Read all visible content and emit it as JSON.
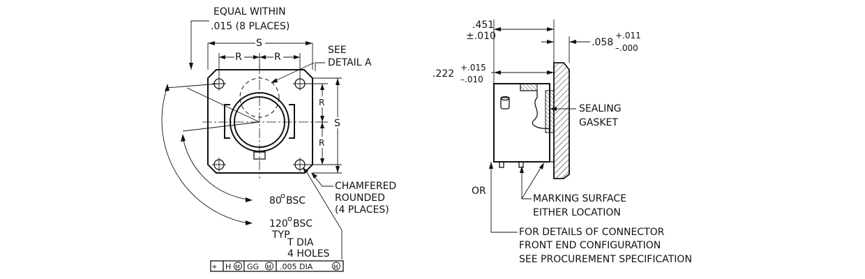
{
  "left_view": {
    "equal_within": "EQUAL WITHIN",
    "equal_within_value": ".015  (8 PLACES)",
    "dim_s_top": "S",
    "dim_r_left": "R",
    "dim_r_right": "R",
    "see": "SEE",
    "detail_a": "DETAIL  A",
    "dim_r_upper": "R",
    "dim_s_right": "S",
    "dim_r_lower": "R",
    "chamfered": "CHAMFERED",
    "rounded": "ROUNDED",
    "four_places": "(4 PLACES)",
    "angle_80": "80",
    "angle_80_suffix": "BSC",
    "angle_120": "120",
    "angle_120_suffix": "BSC",
    "degree": "o",
    "typ": "TYP",
    "t_dia": "T  DIA",
    "four_holes": "4  HOLES",
    "fcf": {
      "symbol": "⌖",
      "datum_h": "H",
      "mod1": "M",
      "datum_gg": "GG",
      "mod2": "M",
      "tolerance": ".005  DIA",
      "mod3": "M"
    }
  },
  "right_view": {
    "dim_451": ".451",
    "dim_451_tol": "±.010",
    "dim_058": ".058",
    "dim_058_plus": "+.011",
    "dim_058_minus": "–.000",
    "dim_222": ".222",
    "dim_222_plus": "+.015",
    "dim_222_minus": "–.010",
    "sealing": "SEALING",
    "gasket": "GASKET",
    "or": "OR",
    "marking_surface": "MARKING  SURFACE",
    "either_location": "EITHER  LOCATION",
    "details_line1": "FOR  DETAILS  OF  CONNECTOR",
    "details_line2": "FRONT  END  CONFIGURATION",
    "details_line3": "SEE  PROCUREMENT  SPECIFICATION"
  }
}
